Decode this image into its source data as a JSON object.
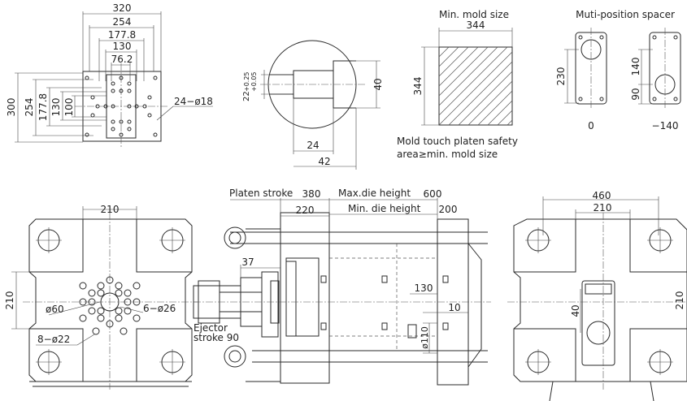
{
  "colors": {
    "line": "#2a2a2a",
    "background": "#ffffff"
  },
  "labels": {
    "min_mold_size": "Min. mold size",
    "muti_position_spacer": "Muti-position spacer",
    "spacer_pos_0": "0",
    "spacer_pos_neg140": "−140",
    "mold_touch_1": "Mold touch platen safety",
    "mold_touch_2": "area≥min. mold size",
    "platen_stroke": "Platen stroke",
    "max_die_height": "Max.die height",
    "min_die_height": "Min. die height",
    "ejector_1": "Ejector",
    "ejector_2": "stroke 90"
  },
  "dims": {
    "d320": "320",
    "d254": "254",
    "d177_8": "177.8",
    "d130": "130",
    "d76_2": "76.2",
    "v300": "300",
    "v254": "254",
    "v177_8": "177.8",
    "v130": "130",
    "v100": "100",
    "holes_24_18": "24−ø18",
    "tol_22": "22",
    "tol_upper": "+0.25",
    "tol_lower": "+0.05",
    "d40": "40",
    "d24": "24",
    "d42": "42",
    "mold_w": "344",
    "mold_h": "344",
    "sp230": "230",
    "sp140": "140",
    "sp90": "90",
    "fv210_top": "210",
    "fv210_side": "210",
    "phi60": "ø60",
    "holes_6_26": "6−ø26",
    "holes_8_22": "8−ø22",
    "stroke380": "380",
    "max600": "600",
    "min200": "200",
    "d220": "220",
    "d37": "37",
    "d130b": "130",
    "d10": "10",
    "phi110": "ø110",
    "rv460": "460",
    "rv210": "210",
    "rv40": "40",
    "rv210_side": "210"
  }
}
